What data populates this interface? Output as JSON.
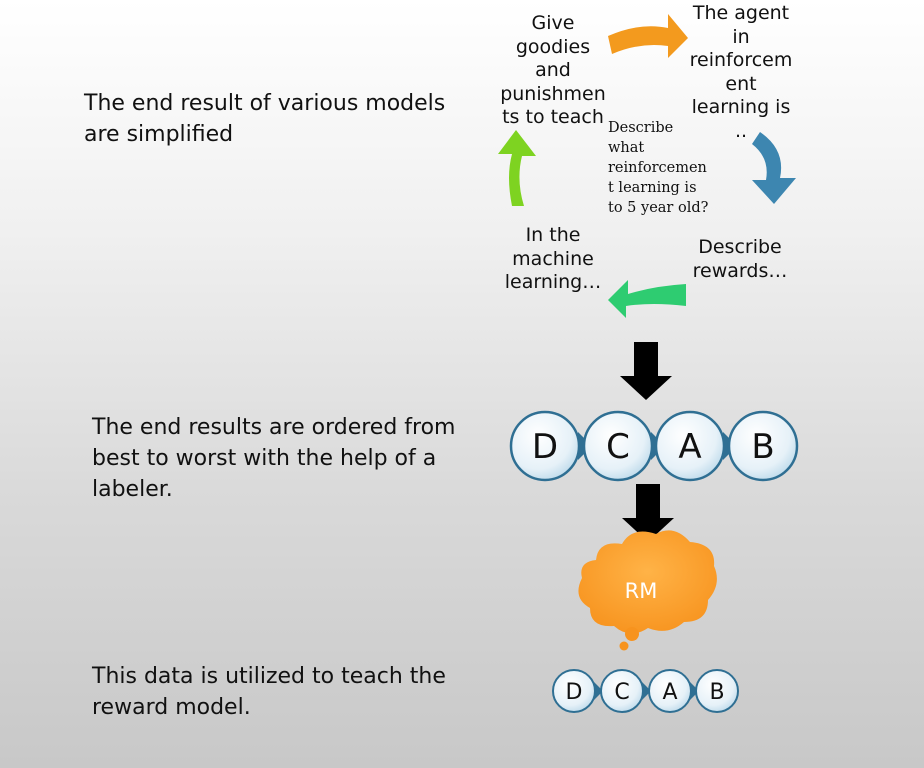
{
  "steps": [
    "The end result of various models\nare simplified",
    "The end results are ordered from\nbest to worst with the help of a\nlabeler.",
    "This data is utilized to teach the\nreward model."
  ],
  "cycle": {
    "top_left": "Give\ngoodies\nand\npunishmen\nts to teach",
    "top_right": "The agent\nin\nreinforcem\nent\nlearning is\n..",
    "bottom_right": "Describe\nrewards…",
    "bottom_left": "In the\nmachine\nlearning…",
    "center": "Describe\nwhat\nreinforcemen\nt learning is\nto 5 year old?"
  },
  "ranking": [
    "D",
    "C",
    "A",
    "B"
  ],
  "reward_model": {
    "label": "RM",
    "color": "#f7931e"
  },
  "colors": {
    "arrow_orange": "#f39a1e",
    "arrow_blue": "#3d86b0",
    "arrow_teal": "#2ecc71",
    "arrow_green": "#7ed321",
    "flow_arrow": "#000000",
    "circle_fill": "#e8f3fa",
    "circle_border": "#2f6f93"
  }
}
